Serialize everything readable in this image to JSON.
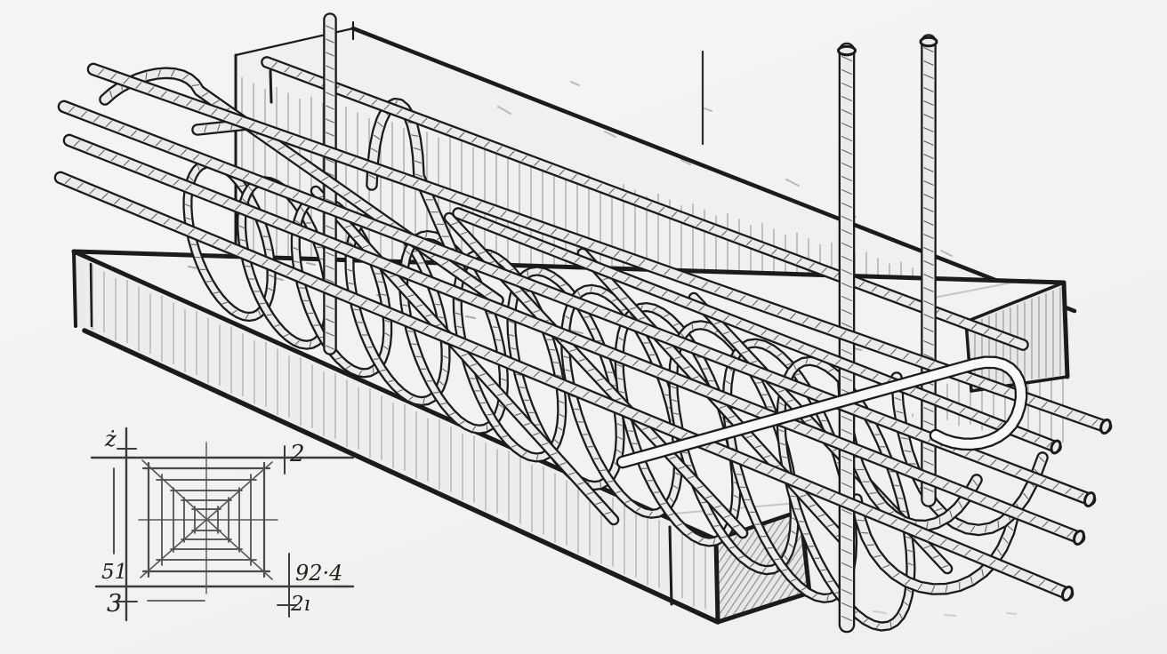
{
  "page": {
    "title": "Hand-drawn engineering sketch: reinforced concrete beam with spiral rebar cage",
    "background": "#f2f2f0"
  },
  "colors": {
    "ink": "#1b1b19",
    "concrete_fill": "#f1f0ee",
    "beam_top_fill": "#f3f2f0",
    "front_face_fill": "#eeedeb",
    "end_face_fill": "#e8e7e5",
    "hatch_light": "#b7b7b5",
    "hatch_wall": "#a6a6a4",
    "tube_fill": "#ecebe9",
    "tube_highlight": "#f8f8f6",
    "tick": "#686866",
    "detail_line": "#3c3c3a",
    "label_ink": "#22221f"
  },
  "main_drawing": {
    "description": "Isometric freehand sketch of a long rectangular concrete beam with a cylindrical reinforcement cage: longitudinal ribbed rebars, circular spiral stirrups, hooked bar ends protruding left, bundled bar ends and loops protruding lower-right, two vertical starter bars on the right and one vertical bar at left, tall formwork wall behind",
    "components": [
      {
        "id": "formwork-wall",
        "label": "back formwork wall with vertical hatching"
      },
      {
        "id": "concrete-beam",
        "label": "concrete beam prism with hatched faces"
      },
      {
        "id": "rebar-cage",
        "label": "spiral stirrup cage with longitudinal bars"
      },
      {
        "id": "vertical-starter-bars",
        "label": "vertical starter bars"
      },
      {
        "id": "cross-section-detail",
        "label": "square cross-section detail with dimension lines"
      }
    ]
  },
  "detail": {
    "labels": {
      "top_left": "ż",
      "top_right": "2",
      "mid_left": "51",
      "bottom_left": "3",
      "bottom_right_value": "92·4",
      "bottom_right_sub": "2ı"
    }
  }
}
